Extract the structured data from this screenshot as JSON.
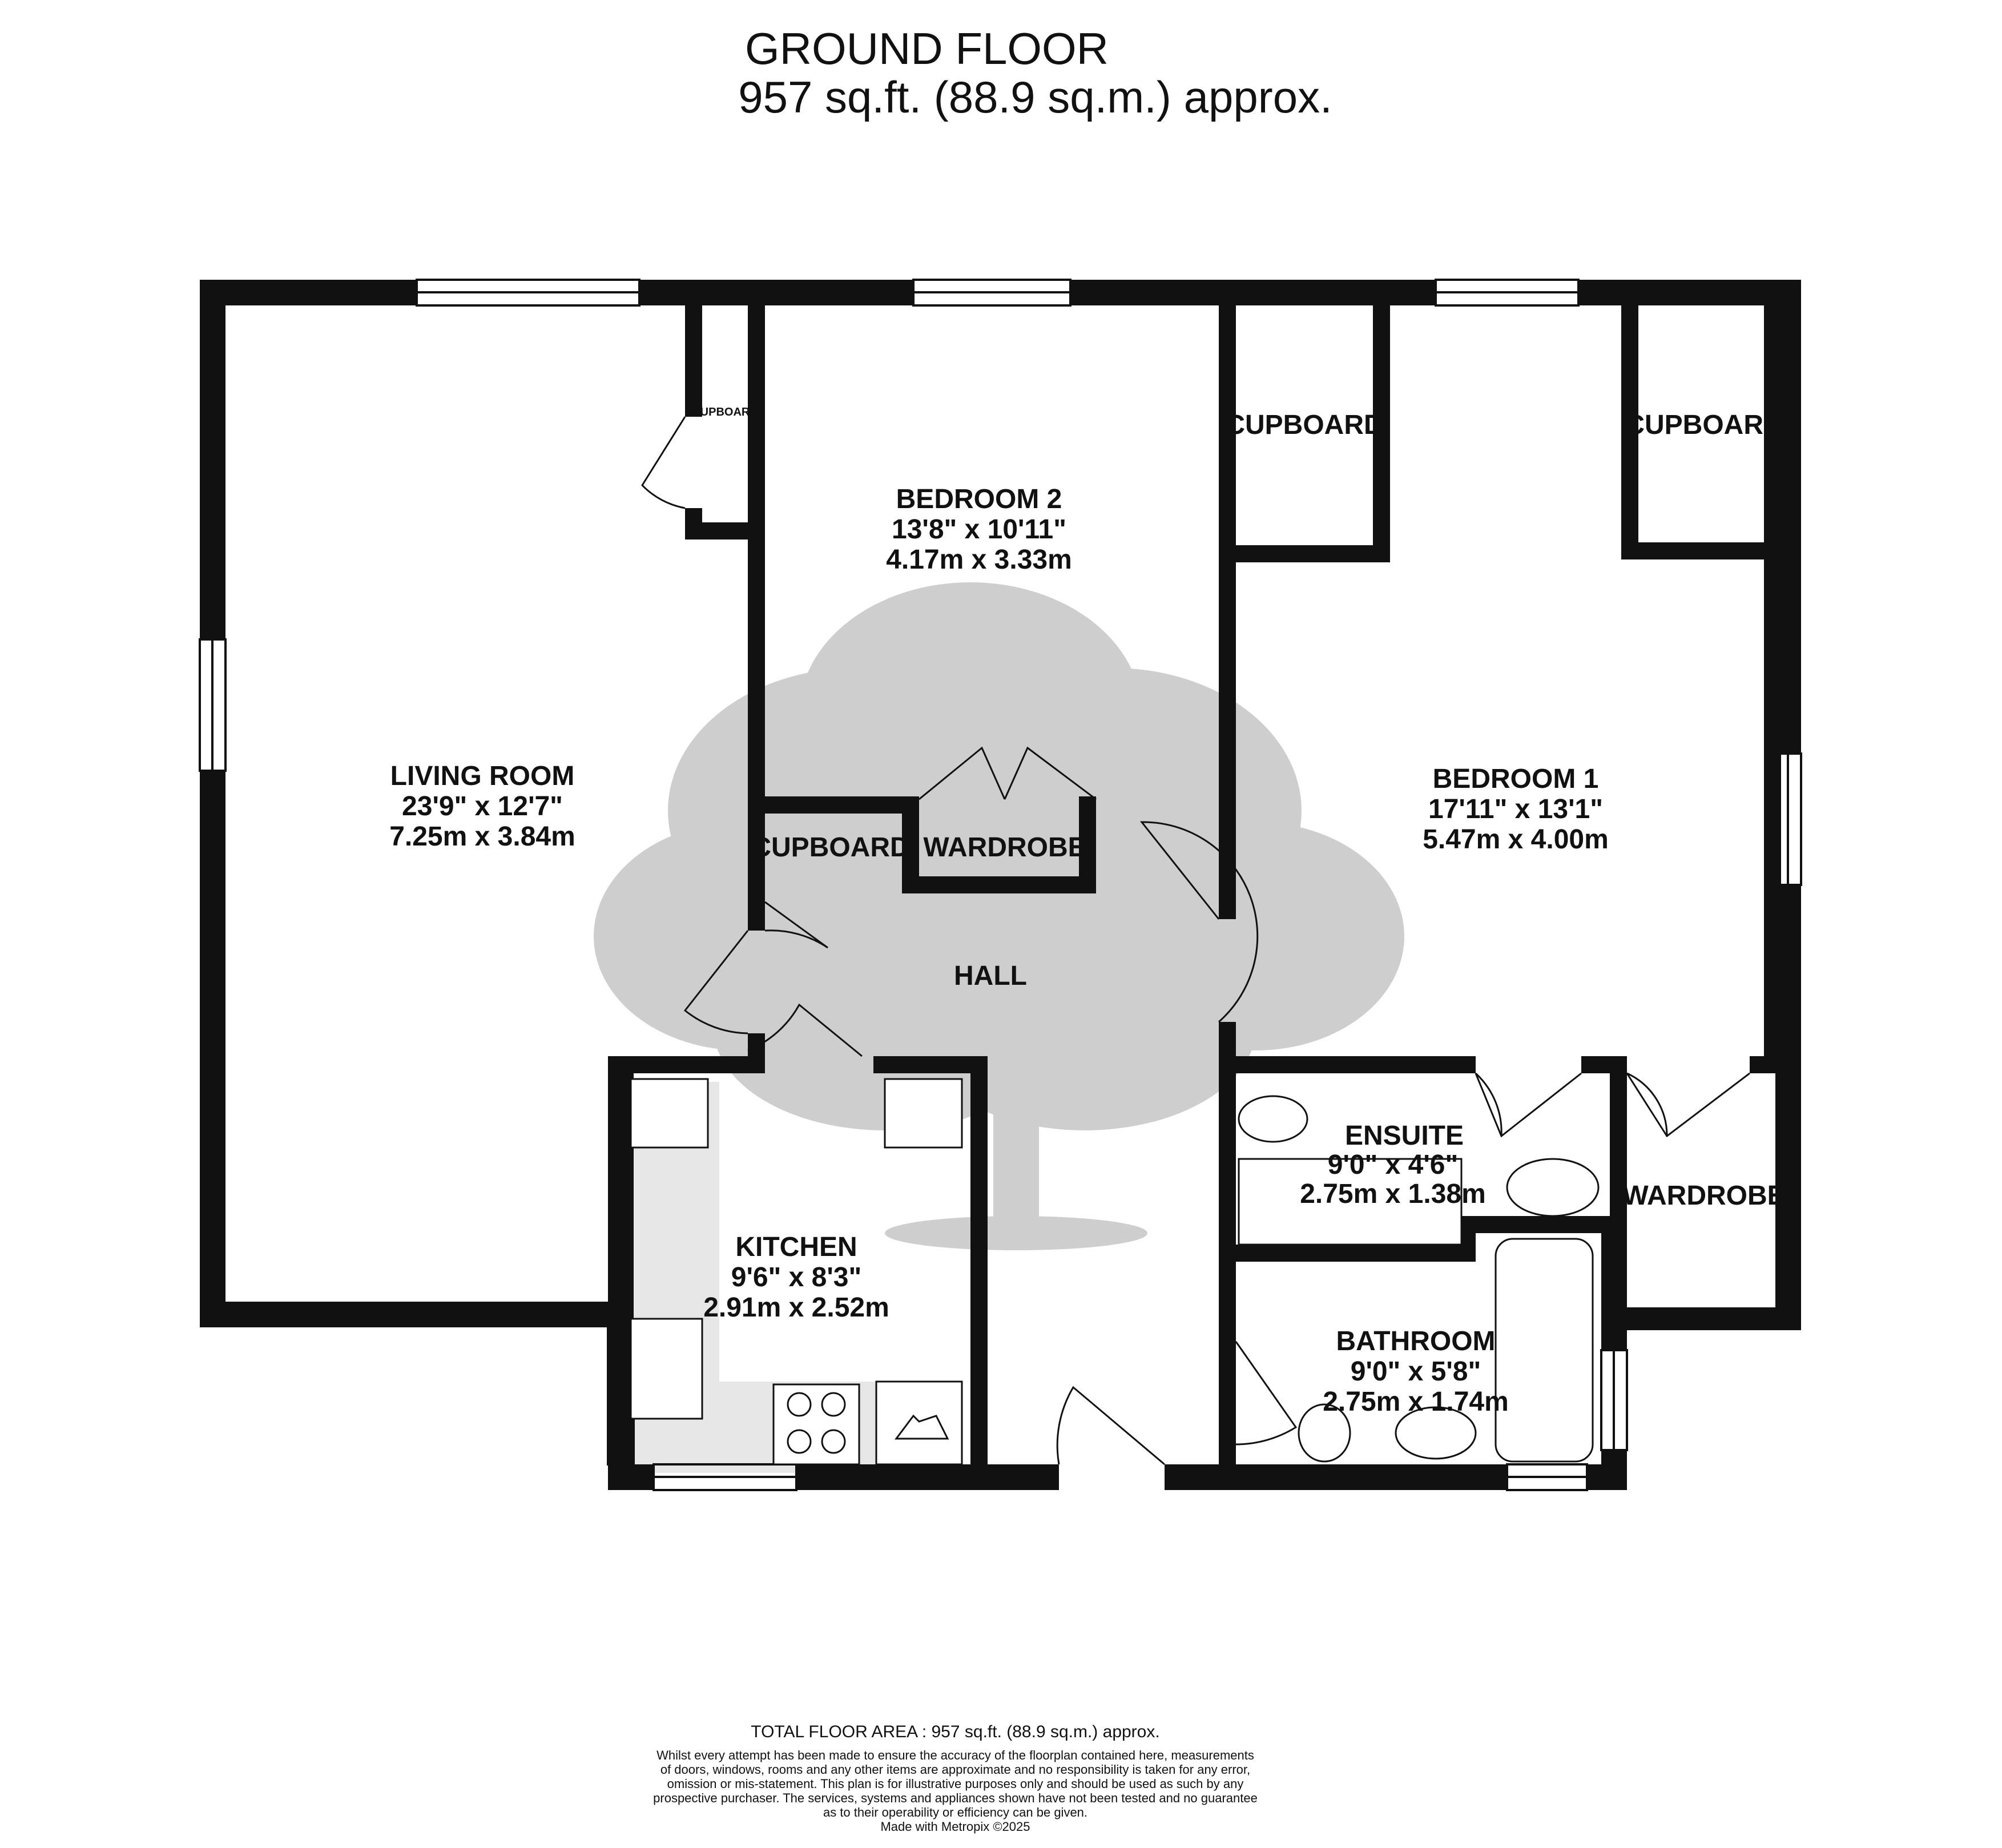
{
  "header": {
    "title": "GROUND FLOOR",
    "area": "957 sq.ft. (88.9 sq.m.) approx."
  },
  "rooms": {
    "living_room": {
      "name": "LIVING ROOM",
      "imperial": "23'9\"  x 12'7\"",
      "metric": "7.25m  x 3.84m"
    },
    "bedroom_2": {
      "name": "BEDROOM 2",
      "imperial": "13'8\"  x 10'11\"",
      "metric": "4.17m  x 3.33m"
    },
    "bedroom_1": {
      "name": "BEDROOM 1",
      "imperial": "17'11\"  x 13'1\"",
      "metric": "5.47m  x 4.00m"
    },
    "hall": {
      "name": "HALL"
    },
    "kitchen": {
      "name": "KITCHEN",
      "imperial": "9'6\"  x 8'3\"",
      "metric": "2.91m  x 2.52m"
    },
    "ensuite": {
      "name": "ENSUITE",
      "imperial": "9'0\"  x 4'6\"",
      "metric": "2.75m  x 1.38m"
    },
    "bathroom": {
      "name": "BATHROOM",
      "imperial": "9'0\"  x 5'8\"",
      "metric": "2.75m  x 1.74m"
    }
  },
  "storage_labels": {
    "living_cupboard": "CUPBOARD",
    "bed1_cupboard_left": "CUPBOARD",
    "bed1_cupboard_right": "CUPBOARD",
    "hall_cupboard": "CUPBOARD",
    "hall_wardrobe": "WARDROBE",
    "bed1_wardrobe": "WARDROBE"
  },
  "footer": {
    "total_area": "TOTAL FLOOR AREA : 957 sq.ft. (88.9 sq.m.) approx.",
    "disclaimer": [
      "Whilst every attempt has been made to ensure the accuracy of the floorplan contained here, measurements",
      "of doors, windows, rooms and any other items are approximate and no responsibility is taken for any error,",
      "omission or mis-statement. This plan is for illustrative purposes only and should be used as such by any",
      "prospective purchaser. The services, systems and appliances shown have not been tested and no guarantee",
      "as to their operability or efficiency can be given.",
      "Made with Metropix ©2025"
    ]
  },
  "colors": {
    "wall": "#111111",
    "watermark": "#c8c8c8",
    "kitchen_floor": "#e6e6e6"
  }
}
